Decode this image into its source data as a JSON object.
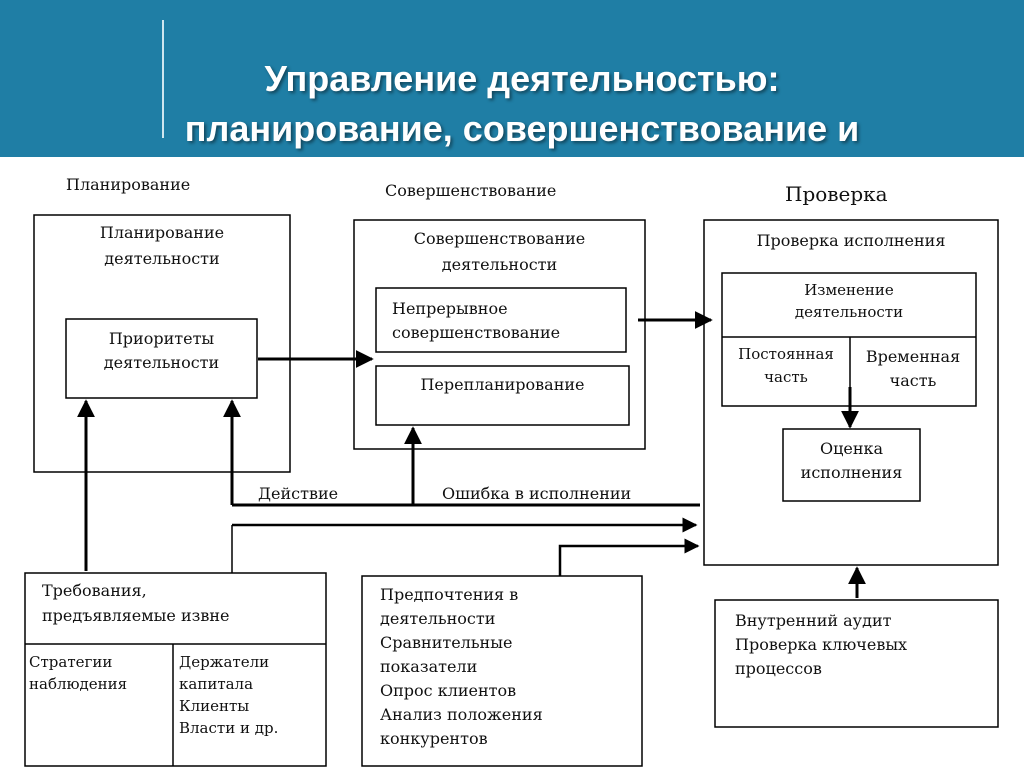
{
  "header": {
    "title_line1": "Управление деятельностью:",
    "title_line2": "планирование, совершенствование и"
  },
  "diagram": {
    "planning": {
      "section_label": "Планирование",
      "box_title": "Планирование деятельности",
      "box_title_lines": [
        "Планирование",
        "деятельности"
      ],
      "priorities_lines": [
        "Приоритеты",
        "деятельности"
      ]
    },
    "improvement": {
      "section_label": "Совершенствование",
      "box_title_lines": [
        "Совершенствование",
        "деятельности"
      ],
      "continuous_lines": [
        "Непрерывное",
        "совершенствование"
      ],
      "replanning": "Перепланирование"
    },
    "check": {
      "section_label": "Проверка",
      "box_title": "Проверка исполнения",
      "change_lines": [
        "Изменение",
        "деятельности"
      ],
      "permanent_lines": [
        "Постоянная",
        "часть"
      ],
      "temporary_lines": [
        "Временная",
        "часть"
      ],
      "evaluation_lines": [
        "Оценка",
        "исполнения"
      ]
    },
    "flow_labels": {
      "action": "Действие",
      "execution_error": "Ошибка в исполнении"
    },
    "requirements": {
      "title_lines": [
        "Требования,",
        "предъявляемые извне"
      ],
      "left_lines": [
        "Стратегии",
        "наблюдения"
      ],
      "right_lines": [
        "Держатели",
        "капитала",
        "Клиенты",
        "Власти и др."
      ]
    },
    "preferences": {
      "lines": [
        "Предпочтения в",
        "деятельности",
        "Сравнительные",
        "показатели",
        "Опрос клиентов",
        "Анализ положения",
        "конкурентов"
      ]
    },
    "audit": {
      "lines": [
        "Внутренний аудит",
        "Проверка ключевых",
        "процессов"
      ]
    }
  }
}
